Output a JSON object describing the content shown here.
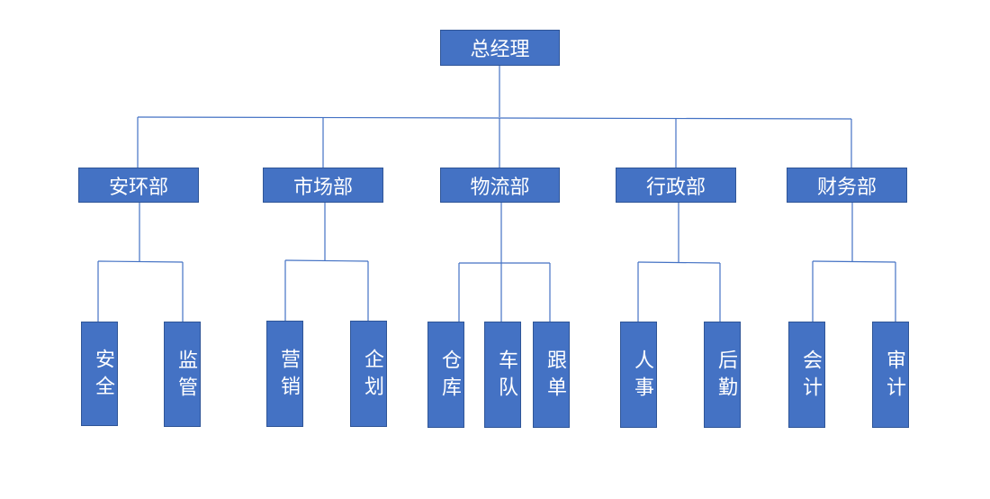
{
  "org": {
    "root": "总经理",
    "departments": [
      {
        "name": "安环部",
        "units": [
          "安全",
          "监管"
        ]
      },
      {
        "name": "市场部",
        "units": [
          "营销",
          "企划"
        ]
      },
      {
        "name": "物流部",
        "units": [
          "仓库",
          "车队",
          "跟单"
        ]
      },
      {
        "name": "行政部",
        "units": [
          "人事",
          "后勤"
        ]
      },
      {
        "name": "财务部",
        "units": [
          "会计",
          "审计"
        ]
      }
    ]
  },
  "colors": {
    "box": "#4472c4",
    "line": "#4472c4",
    "text": "#ffffff"
  }
}
